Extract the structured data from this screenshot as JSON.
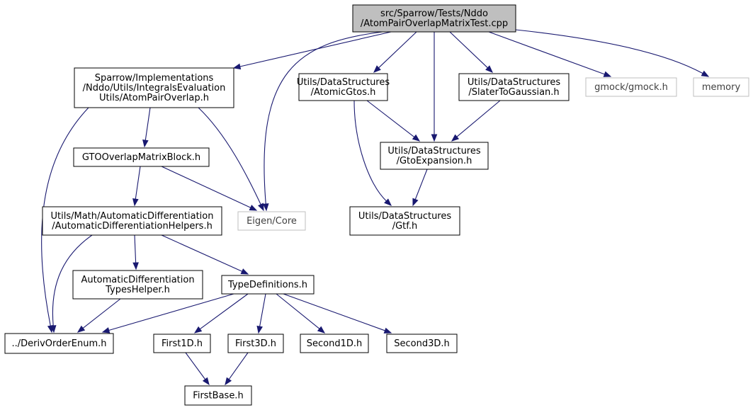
{
  "colors": {
    "edge": "#191970",
    "node_border": "#000000",
    "external_border": "#bfbfbf",
    "root_fill": "#bfbfbf",
    "node_fill": "#ffffff"
  },
  "nodes": [
    {
      "id": "root",
      "name": "root-node",
      "lines": [
        "src/Sparrow/Tests/Nddo",
        "/AtomPairOverlapMatrixTest.cpp"
      ],
      "kind": "root"
    },
    {
      "id": "overlap",
      "name": "atom-pair-overlap-node",
      "lines": [
        "Sparrow/Implementations",
        "/Nddo/Utils/IntegralsEvaluation",
        "Utils/AtomPairOverlap.h"
      ],
      "kind": "normal"
    },
    {
      "id": "atomicgtos",
      "name": "atomic-gtos-node",
      "lines": [
        "Utils/DataStructures",
        "/AtomicGtos.h"
      ],
      "kind": "normal"
    },
    {
      "id": "slater",
      "name": "slater-to-gaussian-node",
      "lines": [
        "Utils/DataStructures",
        "/SlaterToGaussian.h"
      ],
      "kind": "normal"
    },
    {
      "id": "gmock",
      "name": "gmock-node",
      "lines": [
        "gmock/gmock.h"
      ],
      "kind": "external"
    },
    {
      "id": "memory",
      "name": "memory-node",
      "lines": [
        "memory"
      ],
      "kind": "external"
    },
    {
      "id": "gtoblock",
      "name": "gto-overlap-matrix-block-node",
      "lines": [
        "GTOOverlapMatrixBlock.h"
      ],
      "kind": "normal"
    },
    {
      "id": "gtoexp",
      "name": "gto-expansion-node",
      "lines": [
        "Utils/DataStructures",
        "/GtoExpansion.h"
      ],
      "kind": "normal"
    },
    {
      "id": "eigen",
      "name": "eigen-core-node",
      "lines": [
        "Eigen/Core"
      ],
      "kind": "external"
    },
    {
      "id": "adhelpers",
      "name": "automatic-differentiation-helpers-node",
      "lines": [
        "Utils/Math/AutomaticDifferentiation",
        "/AutomaticDifferentiationHelpers.h"
      ],
      "kind": "normal"
    },
    {
      "id": "gtf",
      "name": "gtf-node",
      "lines": [
        "Utils/DataStructures",
        "/Gtf.h"
      ],
      "kind": "normal"
    },
    {
      "id": "adtypes",
      "name": "automatic-differentiation-types-helper-node",
      "lines": [
        "AutomaticDifferentiation",
        "TypesHelper.h"
      ],
      "kind": "normal"
    },
    {
      "id": "typedefs",
      "name": "type-definitions-node",
      "lines": [
        "TypeDefinitions.h"
      ],
      "kind": "normal"
    },
    {
      "id": "deriv",
      "name": "deriv-order-enum-node",
      "lines": [
        "../DerivOrderEnum.h"
      ],
      "kind": "normal"
    },
    {
      "id": "first1d",
      "name": "first1d-node",
      "lines": [
        "First1D.h"
      ],
      "kind": "normal"
    },
    {
      "id": "first3d",
      "name": "first3d-node",
      "lines": [
        "First3D.h"
      ],
      "kind": "normal"
    },
    {
      "id": "second1d",
      "name": "second1d-node",
      "lines": [
        "Second1D.h"
      ],
      "kind": "normal"
    },
    {
      "id": "second3d",
      "name": "second3d-node",
      "lines": [
        "Second3D.h"
      ],
      "kind": "normal"
    },
    {
      "id": "firstbase",
      "name": "first-base-node",
      "lines": [
        "FirstBase.h"
      ],
      "kind": "normal"
    }
  ],
  "edges": [
    {
      "from": "root",
      "to": "overlap"
    },
    {
      "from": "root",
      "to": "eigen"
    },
    {
      "from": "root",
      "to": "atomicgtos"
    },
    {
      "from": "root",
      "to": "gtoexp"
    },
    {
      "from": "root",
      "to": "slater"
    },
    {
      "from": "root",
      "to": "gmock"
    },
    {
      "from": "root",
      "to": "memory"
    },
    {
      "from": "overlap",
      "to": "deriv"
    },
    {
      "from": "overlap",
      "to": "gtoblock"
    },
    {
      "from": "overlap",
      "to": "eigen"
    },
    {
      "from": "gtoblock",
      "to": "adhelpers"
    },
    {
      "from": "gtoblock",
      "to": "eigen"
    },
    {
      "from": "atomicgtos",
      "to": "gtoexp"
    },
    {
      "from": "atomicgtos",
      "to": "gtf"
    },
    {
      "from": "slater",
      "to": "gtoexp"
    },
    {
      "from": "gtoexp",
      "to": "gtf"
    },
    {
      "from": "adhelpers",
      "to": "deriv"
    },
    {
      "from": "adhelpers",
      "to": "adtypes"
    },
    {
      "from": "adhelpers",
      "to": "typedefs"
    },
    {
      "from": "adtypes",
      "to": "deriv"
    },
    {
      "from": "typedefs",
      "to": "deriv"
    },
    {
      "from": "typedefs",
      "to": "first1d"
    },
    {
      "from": "typedefs",
      "to": "first3d"
    },
    {
      "from": "typedefs",
      "to": "second1d"
    },
    {
      "from": "typedefs",
      "to": "second3d"
    },
    {
      "from": "first1d",
      "to": "firstbase"
    },
    {
      "from": "first3d",
      "to": "firstbase"
    }
  ]
}
